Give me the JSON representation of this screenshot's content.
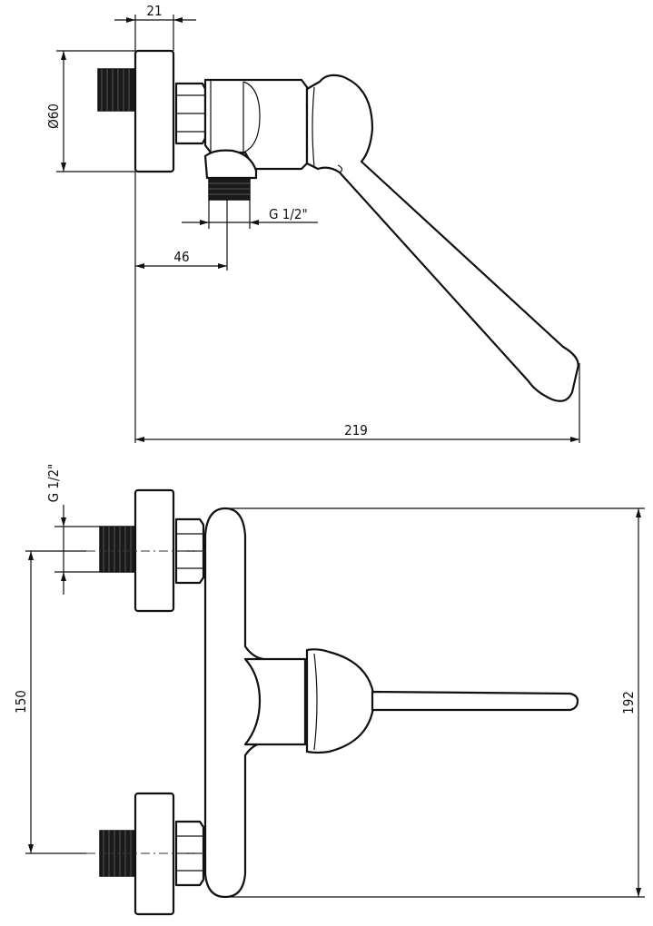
{
  "top_view": {
    "dim_width": "21",
    "dim_diameter": "Ø60",
    "dim_thread": "G 1/2\"",
    "dim_offset": "46",
    "dim_length": "219"
  },
  "front_view": {
    "dim_thread": "G 1/2\"",
    "dim_spacing": "150",
    "dim_height": "192"
  }
}
